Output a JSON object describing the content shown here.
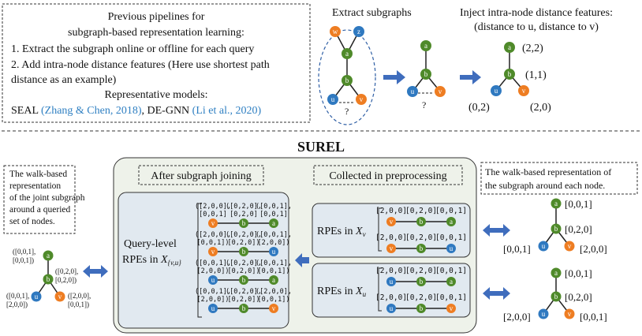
{
  "top": {
    "pipeline_box": {
      "line1": "Previous pipelines for",
      "line2": "subgraph-based representation learning:",
      "line3": "1. Extract the subgraph online or offline for each query",
      "line4": "2. Add intra-node distance features (Here use shortest path",
      "line5": "distance as an example)",
      "line6": "Representative models:",
      "models_prefix": "SEAL ",
      "seal_cite": "(Zhang & Chen, 2018)",
      "degnn": ", DE-GNN ",
      "degnn_cite": "(Li et al., 2020)"
    },
    "extract_label": "Extract subgraphs",
    "inject_line1": "Inject intra-node distance features:",
    "inject_line2": "(distance to u, distance to v)",
    "question_mark": "?",
    "feat_a": "(2,2)",
    "feat_b": "(1,1)",
    "feat_u": "(0,2)",
    "feat_v": "(2,0)"
  },
  "node_labels": {
    "a": "a",
    "b": "b",
    "u": "u",
    "v": "v",
    "w": "w",
    "z": "z"
  },
  "surel": {
    "title": "SUREL",
    "left_note": [
      "The walk-based",
      "representation",
      "of the joint subgraph",
      "around a queried",
      "set of nodes."
    ],
    "left_tree": {
      "a": [
        "([0,0,1],",
        "[0,0,1])"
      ],
      "b": [
        "([0,2,0],",
        "[0,2,0])"
      ],
      "u": [
        "([0,0,1],",
        "[2,0,0])"
      ],
      "v": [
        "([2,0,0],",
        "[0,0,1])"
      ]
    },
    "after_join": "After subgraph joining",
    "collected": "Collected in preprocessing",
    "query_level_1": "Query-level",
    "query_level_2": "RPEs in ",
    "query_level_sub": "X",
    "query_level_idx": "{v,u}",
    "query_rows": [
      {
        "cells": [
          [
            "([2,0,0],",
            "[0,0,1]"
          ],
          [
            "([0,2,0],",
            "[0,2,0]"
          ],
          [
            "([0,0,1],",
            "[0,0,1]"
          ]
        ],
        "nodes": [
          "v",
          "b",
          "a"
        ]
      },
      {
        "cells": [
          [
            "([2,0,0],",
            "[0,0,1])"
          ],
          [
            "([0,2,0],",
            "[0,2,0])"
          ],
          [
            "([0,0,1],",
            "[2,0,0])"
          ]
        ],
        "nodes": [
          "v",
          "b",
          "u"
        ]
      },
      {
        "cells": [
          [
            "([0,0,1],",
            "[2,0,0])"
          ],
          [
            "([0,2,0],",
            "[0,2,0])"
          ],
          [
            "([0,0,1],",
            "[0,0,1])"
          ]
        ],
        "nodes": [
          "u",
          "b",
          "a"
        ]
      },
      {
        "cells": [
          [
            "([0,0,1],",
            "[2,0,0])"
          ],
          [
            "([0,2,0],",
            "[0,2,0])"
          ],
          [
            "([2,0,0],",
            "[0,0,1])"
          ]
        ],
        "nodes": [
          "u",
          "b",
          "v"
        ]
      }
    ],
    "rpe_v": {
      "label": "RPEs in ",
      "sub": "X",
      "idx": "v",
      "row1": [
        "[2,0,0]",
        "[0,2,0]",
        "[0,0,1]"
      ],
      "row1_nodes": [
        "v",
        "b",
        "a"
      ],
      "row2": [
        "[2,0,0]",
        "[0,2,0]",
        "[0,0,1]"
      ],
      "row2_nodes": [
        "v",
        "b",
        "u"
      ]
    },
    "rpe_u": {
      "label": "RPEs in ",
      "sub": "X",
      "idx": "u",
      "row1": [
        "[2,0,0]",
        "[0,2,0]",
        "[0,0,1]"
      ],
      "row1_nodes": [
        "u",
        "b",
        "a"
      ],
      "row2": [
        "[2,0,0]",
        "[0,2,0]",
        "[0,0,1]"
      ],
      "row2_nodes": [
        "u",
        "b",
        "v"
      ]
    },
    "right_note": [
      "The walk-based representation of",
      "the subgraph around each node."
    ],
    "right_tree_v": {
      "a": "[0,0,1]",
      "b": "[0,2,0]",
      "u": "[0,0,1]",
      "v": "[2,0,0]"
    },
    "right_tree_u": {
      "a": "[0,0,1]",
      "b": "[0,2,0]",
      "u": "[2,0,0]",
      "v": "[0,0,1]"
    }
  },
  "colors": {
    "green": "#4f8a2a",
    "blue": "#2f79c0",
    "orange": "#ee7d22",
    "arrow": "#3f6dbd",
    "panel_fill": "#eef2ea",
    "inner_fill": "#e1e9f0"
  }
}
